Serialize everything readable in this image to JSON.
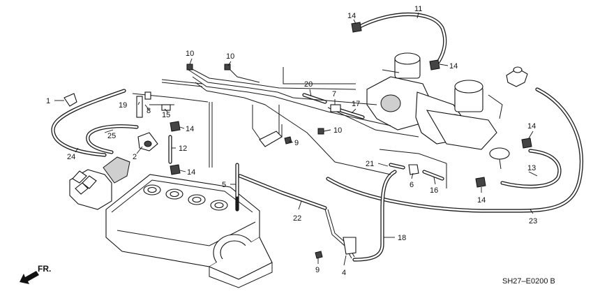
{
  "diagram": {
    "drawing_code": "SH27–E0200 B",
    "direction_label": "FR.",
    "callouts": [
      {
        "id": "c1",
        "text": "1"
      },
      {
        "id": "c2",
        "text": "2"
      },
      {
        "id": "c4",
        "text": "4"
      },
      {
        "id": "c5",
        "text": "5"
      },
      {
        "id": "c6",
        "text": "6"
      },
      {
        "id": "c7",
        "text": "7"
      },
      {
        "id": "c8",
        "text": "8"
      },
      {
        "id": "c9a",
        "text": "9"
      },
      {
        "id": "c9b",
        "text": "9"
      },
      {
        "id": "c10a",
        "text": "10"
      },
      {
        "id": "c10b",
        "text": "10"
      },
      {
        "id": "c10c",
        "text": "10"
      },
      {
        "id": "c11",
        "text": "11"
      },
      {
        "id": "c12",
        "text": "12"
      },
      {
        "id": "c13",
        "text": "13"
      },
      {
        "id": "c14a",
        "text": "14"
      },
      {
        "id": "c14b",
        "text": "14"
      },
      {
        "id": "c14c",
        "text": "14"
      },
      {
        "id": "c14d",
        "text": "14"
      },
      {
        "id": "c14e",
        "text": "14"
      },
      {
        "id": "c14f",
        "text": "14"
      },
      {
        "id": "c15",
        "text": "15"
      },
      {
        "id": "c16",
        "text": "16"
      },
      {
        "id": "c17",
        "text": "17"
      },
      {
        "id": "c18",
        "text": "18"
      },
      {
        "id": "c19",
        "text": "19"
      },
      {
        "id": "c20",
        "text": "20"
      },
      {
        "id": "c21",
        "text": "21"
      },
      {
        "id": "c22",
        "text": "22"
      },
      {
        "id": "c23",
        "text": "23"
      },
      {
        "id": "c24",
        "text": "24"
      },
      {
        "id": "c25",
        "text": "25"
      }
    ]
  }
}
